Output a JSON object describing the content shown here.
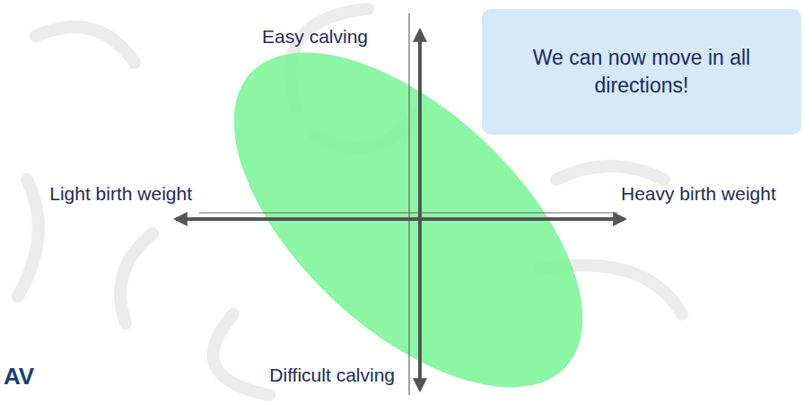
{
  "diagram": {
    "nodes": [
      {
        "text": [
          "We can now move in all directions!"
        ]
      }
    ],
    "labels": [
      "Easy calving",
      "Light birth weight",
      "Heavy birth weight",
      "Difficult calving",
      "AV"
    ]
  }
}
